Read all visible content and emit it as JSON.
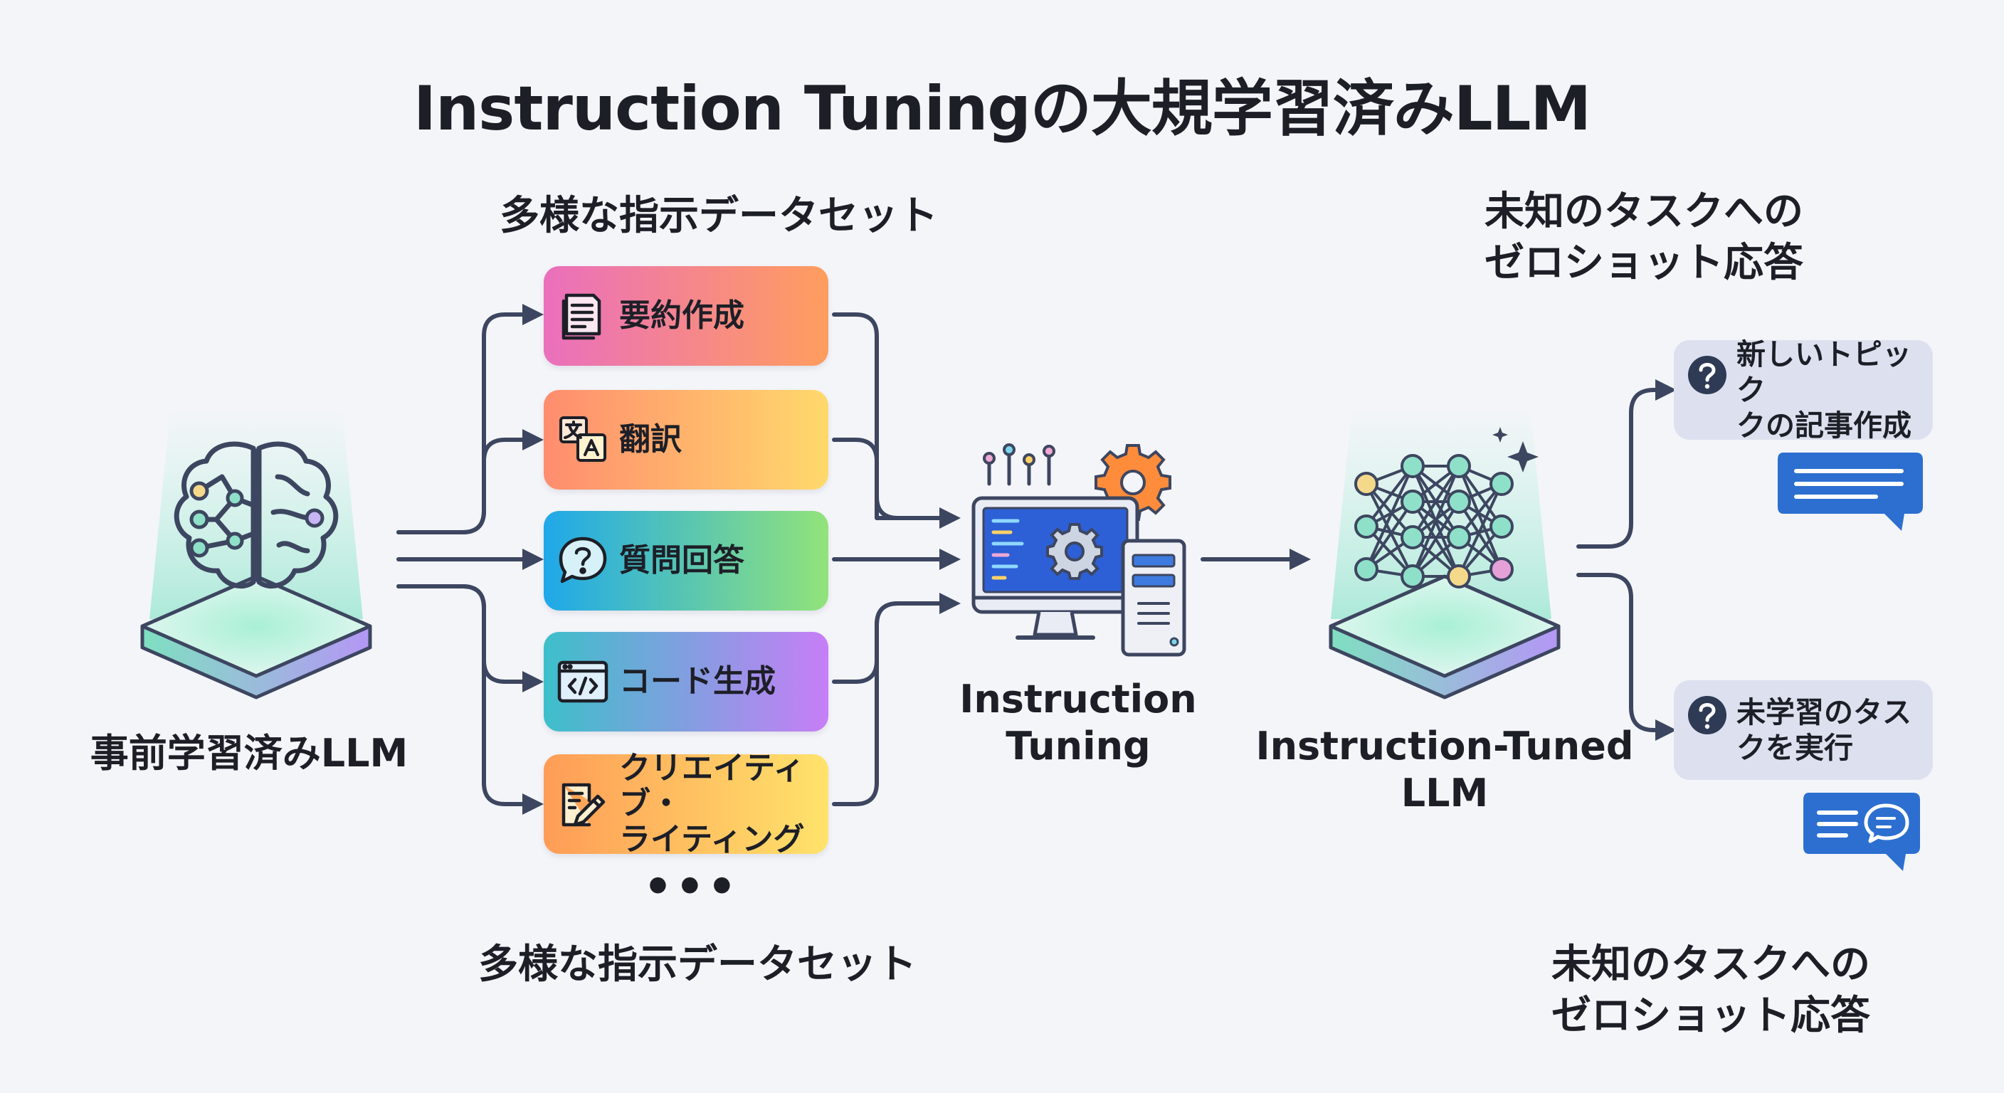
{
  "title": "Instruction Tuningの大規学習済みLLM",
  "colors": {
    "arrow": "#3d4660",
    "task_gradients": [
      [
        "#e869b8",
        "#ff9a5a"
      ],
      [
        "#ff8a6a",
        "#ffd766"
      ],
      [
        "#1eaae8",
        "#8fe27a"
      ],
      [
        "#38c0c8",
        "#c97cf5"
      ],
      [
        "#ff9a55",
        "#ffe26a"
      ]
    ],
    "speech_bubble": "#2c6fd0"
  },
  "left": {
    "icon": "brain-icon",
    "label": "事前学習済みLLM"
  },
  "datasets": {
    "heading_top": "多様な指示データセット",
    "heading_bottom": "多様な指示データセット",
    "more": "•••",
    "tasks": [
      {
        "label": "要約作成",
        "icon": "document-icon"
      },
      {
        "label": "翻訳",
        "icon": "translate-icon"
      },
      {
        "label": "質問回答",
        "icon": "question-bubble-icon"
      },
      {
        "label": "コード生成",
        "icon": "code-icon"
      },
      {
        "label": "クリエイティブ・ライティング",
        "line1": "クリエイティブ・",
        "line2": "ライティング",
        "icon": "pencil-icon"
      }
    ]
  },
  "tuning": {
    "icon": "computer-gear-icon",
    "line1": "Instruction",
    "line2": "Tuning"
  },
  "tuned": {
    "icon": "neural-network-icon",
    "line1": "Instruction-Tuned",
    "line2": "LLM"
  },
  "outputs": {
    "heading_top_line1": "未知のタスクへの",
    "heading_top_line2": "ゼロショット応答",
    "heading_bottom_line1": "未知のタスクへの",
    "heading_bottom_line2": "ゼロショット応答",
    "items": [
      {
        "line1": "新しいトピック",
        "line2": "クの記事作成",
        "icon": "question-icon"
      },
      {
        "line1": "未学習のタス",
        "line2": "クを実行",
        "icon": "question-icon"
      }
    ]
  }
}
